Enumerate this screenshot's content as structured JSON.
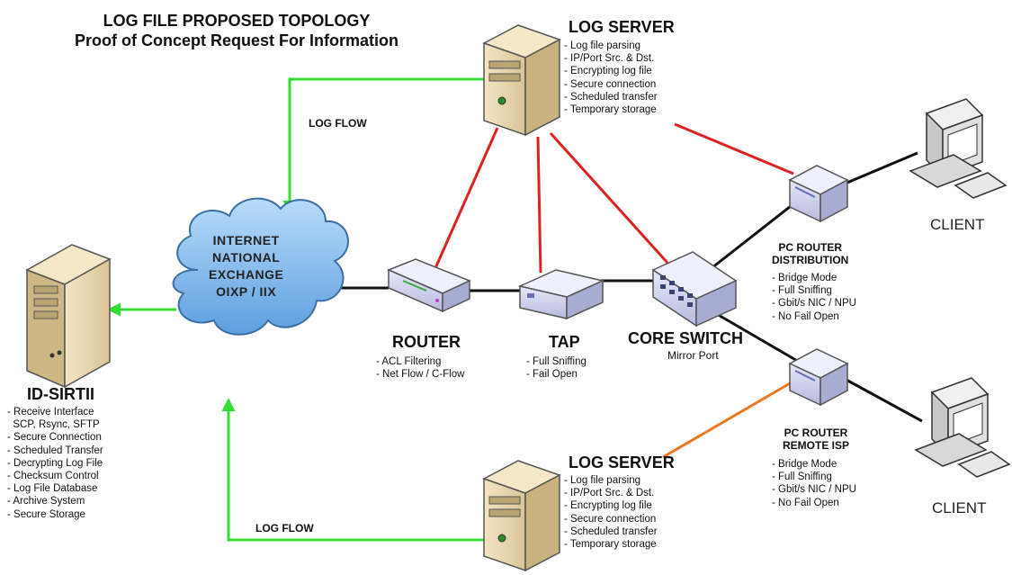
{
  "title": {
    "line1": "LOG FILE PROPOSED TOPOLOGY",
    "line2": "Proof of Concept Request For Information"
  },
  "log_server_top": {
    "name": "LOG SERVER",
    "features": [
      "- Log file parsing",
      "- IP/Port Src. & Dst.",
      "- Encrypting log file",
      "- Secure connection",
      "- Scheduled transfer",
      "- Temporary storage"
    ]
  },
  "log_server_bottom": {
    "name": "LOG SERVER",
    "features": [
      "- Log file parsing",
      "- IP/Port Src. & Dst.",
      "- Encrypting log file",
      "- Secure connection",
      "- Scheduled transfer",
      "- Temporary storage"
    ]
  },
  "id_sirtii": {
    "name": "ID-SIRTII",
    "features": [
      "- Receive Interface",
      "  SCP, Rsync, SFTP",
      "- Secure Connection",
      "- Scheduled Transfer",
      "- Decrypting Log File",
      "- Checksum Control",
      "- Log File Database",
      "- Archive System",
      "- Secure Storage"
    ]
  },
  "cloud": {
    "lines": [
      "INTERNET",
      "NATIONAL",
      "EXCHANGE",
      "OIXP / IIX"
    ]
  },
  "router": {
    "name": "ROUTER",
    "features": [
      "- ACL Filtering",
      "- Net Flow / C-Flow"
    ]
  },
  "tap": {
    "name": "TAP",
    "features": [
      "- Full Sniffing",
      "- Fail Open"
    ]
  },
  "core_switch": {
    "name": "CORE SWITCH",
    "caption": "Mirror Port"
  },
  "pc_router_distribution": {
    "name_line1": "PC ROUTER",
    "name_line2": "DISTRIBUTION",
    "features": [
      "- Bridge Mode",
      "- Full Sniffing",
      "- Gbit/s NIC / NPU",
      "- No Fail Open"
    ]
  },
  "pc_router_remote": {
    "name_line1": "PC ROUTER",
    "name_line2": "REMOTE ISP",
    "features": [
      "- Bridge Mode",
      "- Full Sniffing",
      "- Gbit/s NIC / NPU",
      "- No Fail Open"
    ]
  },
  "clients": {
    "top": "CLIENT",
    "bottom": "CLIENT"
  },
  "flows": {
    "top": "LOG FLOW",
    "bottom": "LOG FLOW"
  },
  "colors": {
    "log_flow": "#33dd33",
    "mirror_link": "#dd2222",
    "remote_link": "#ee7722",
    "network_link": "#111111",
    "cloud_fill": "#88bff0",
    "server_beige": "#ead9b0"
  }
}
